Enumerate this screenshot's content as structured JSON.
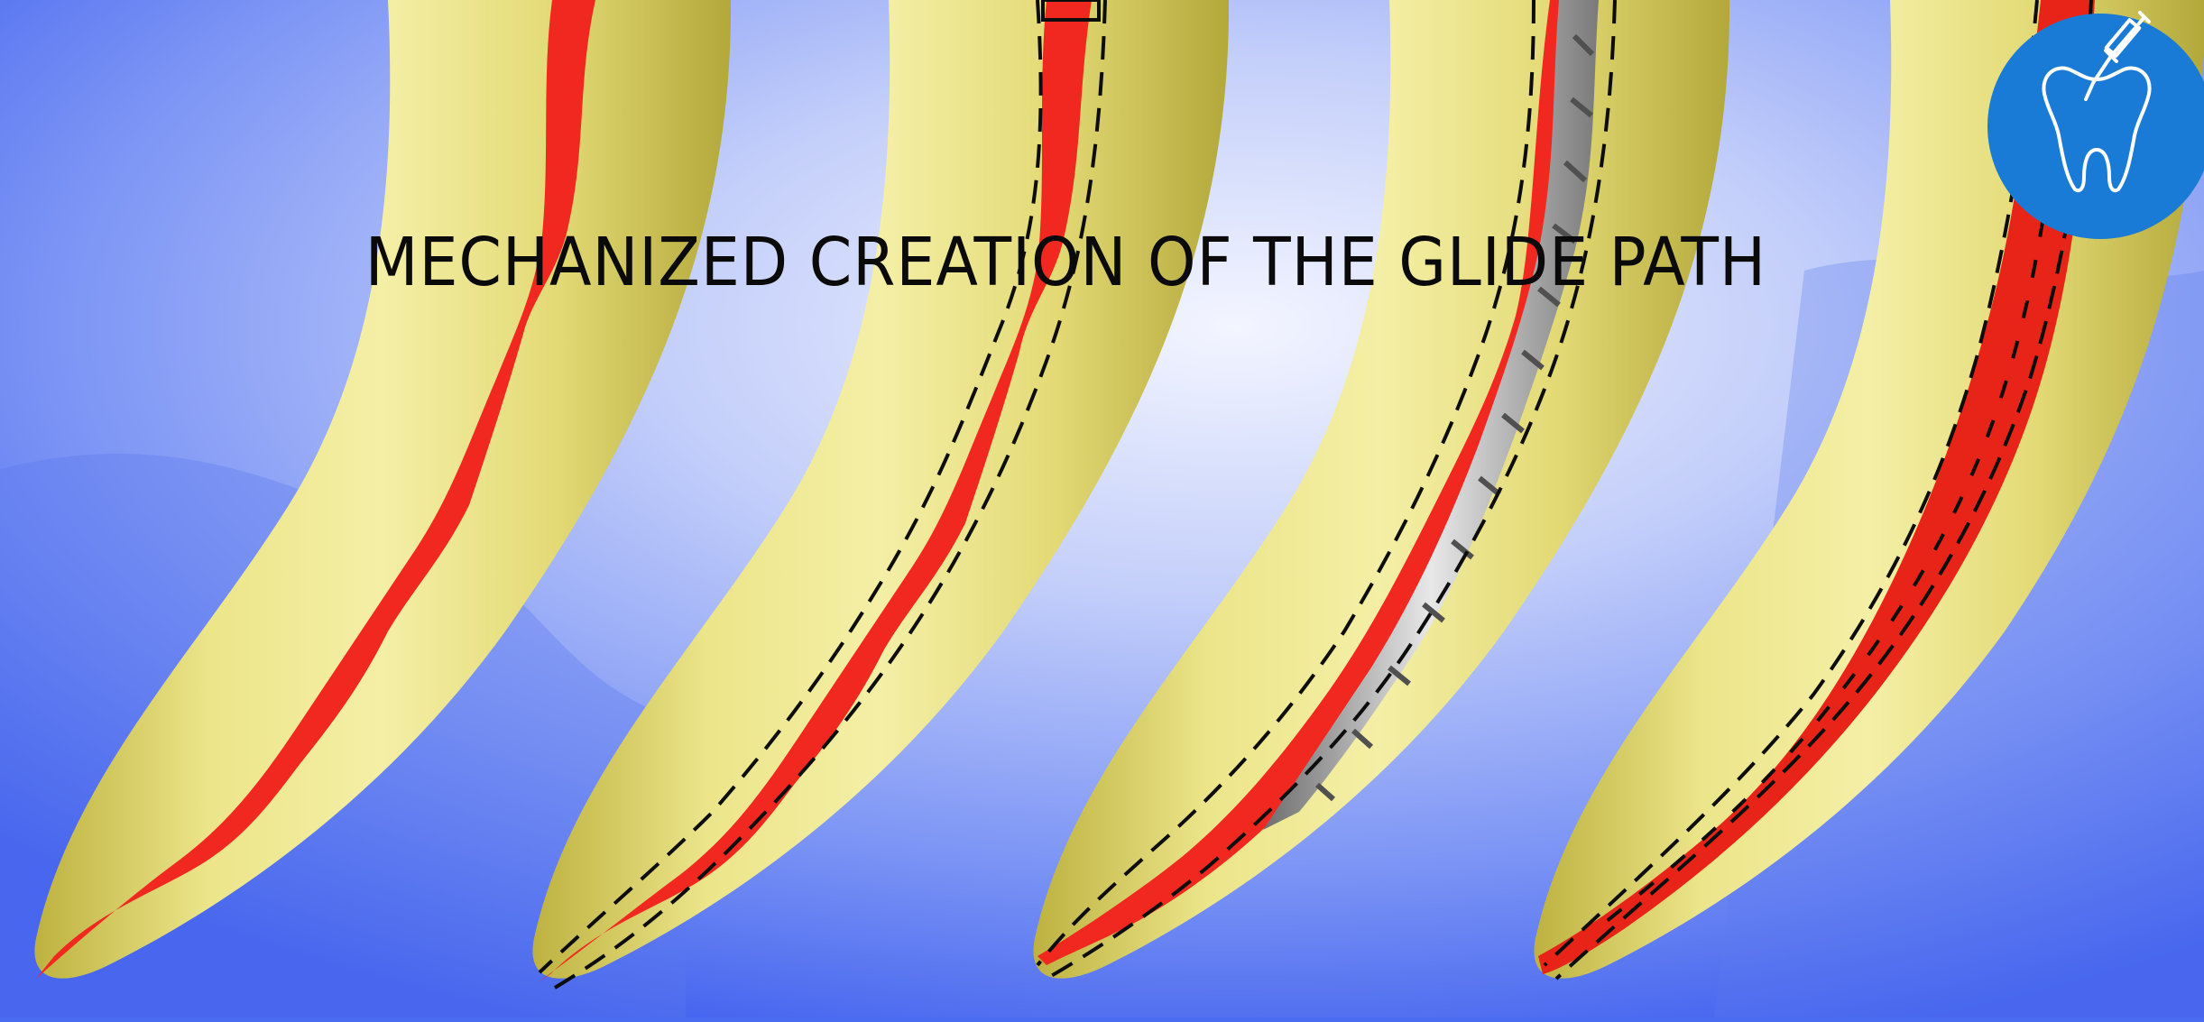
{
  "title": "MECHANIZED CREATION OF THE GLIDE PATH",
  "logo": {
    "icon": "tooth-with-endodontic-file-icon",
    "color": "#1a7bd6"
  },
  "colors": {
    "background_center": "#e9eefc",
    "background_edge": "#4a6cf0",
    "root_light": "#f1ec9c",
    "root_dark": "#b7ad3a",
    "canal": "#f0281f",
    "instrument": "#9a9a9a",
    "dashes": "#0d0d0d"
  },
  "panels": [
    {
      "stage": "original-canal"
    },
    {
      "stage": "planned-glide-path-outline"
    },
    {
      "stage": "instrument-in-canal"
    },
    {
      "stage": "enlarged-glide-path"
    }
  ]
}
